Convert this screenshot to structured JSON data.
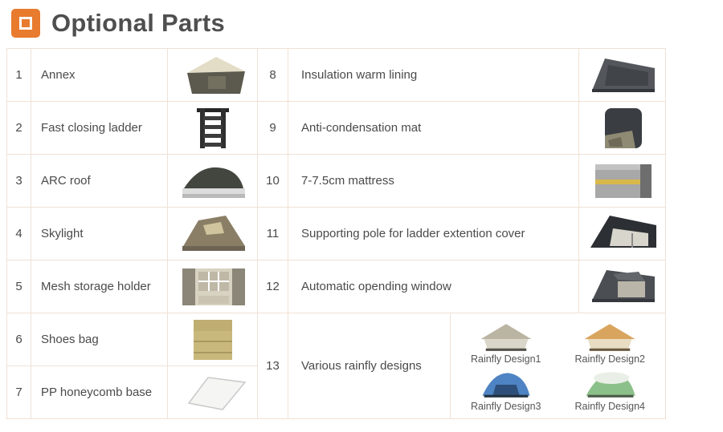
{
  "header": {
    "title": "Optional Parts"
  },
  "colors": {
    "accent": "#e87b2e",
    "border": "#f0e1d5",
    "text": "#4a4a4a"
  },
  "parts_left": [
    {
      "num": "1",
      "label": "Annex",
      "image": "annex-tent-photo"
    },
    {
      "num": "2",
      "label": "Fast closing ladder",
      "image": "ladder-photo"
    },
    {
      "num": "3",
      "label": "ARC roof",
      "image": "arc-roof-photo"
    },
    {
      "num": "4",
      "label": "Skylight",
      "image": "skylight-photo"
    },
    {
      "num": "5",
      "label": "Mesh storage holder",
      "image": "mesh-storage-photo"
    },
    {
      "num": "6",
      "label": "Shoes bag",
      "image": "shoes-bag-photo"
    },
    {
      "num": "7",
      "label": "PP honeycomb base",
      "image": "honeycomb-base-photo"
    }
  ],
  "parts_right": [
    {
      "num": "8",
      "label": "Insulation warm lining",
      "image": "insulation-lining-photo"
    },
    {
      "num": "9",
      "label": "Anti-condensation mat",
      "image": "anti-condensation-mat-photo"
    },
    {
      "num": "10",
      "label": "7-7.5cm mattress",
      "image": "mattress-photo"
    },
    {
      "num": "11",
      "label": "Supporting pole for ladder extention cover",
      "image": "supporting-pole-photo"
    },
    {
      "num": "12",
      "label": "Automatic opending window",
      "image": "automatic-window-photo"
    }
  ],
  "row13": {
    "num": "13",
    "label": "Various rainfly designs",
    "designs": [
      {
        "caption": "Rainfly Design1",
        "image": "rainfly-design1-photo"
      },
      {
        "caption": "Rainfly Design2",
        "image": "rainfly-design2-photo"
      },
      {
        "caption": "Rainfly Design3",
        "image": "rainfly-design3-photo"
      },
      {
        "caption": "Rainfly Design4",
        "image": "rainfly-design4-photo"
      }
    ]
  }
}
